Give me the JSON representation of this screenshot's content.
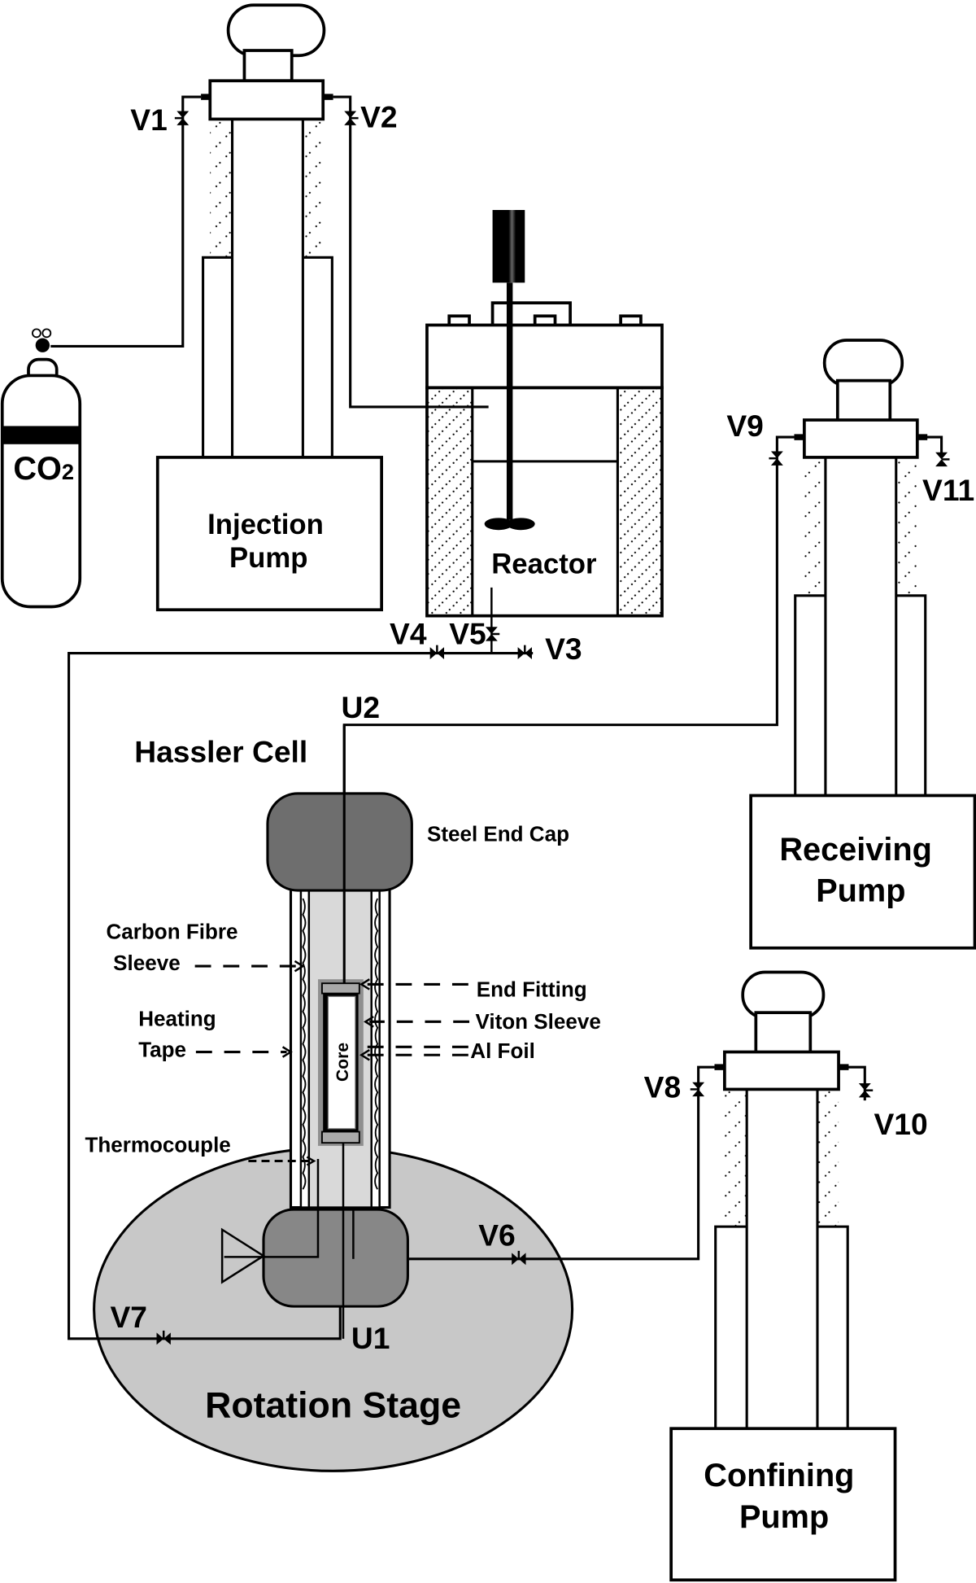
{
  "diagram": {
    "title": "CO2 injection / Hassler cell core-flooding apparatus",
    "components": {
      "co2_cylinder": {
        "label_main": "CO",
        "label_sub": "2"
      },
      "injection_pump": {
        "line1": "Injection",
        "line2": "Pump"
      },
      "reactor": {
        "label": "Reactor"
      },
      "receiving_pump": {
        "line1": "Receiving",
        "line2": "Pump"
      },
      "confining_pump": {
        "line1": "Confining",
        "line2": "Pump"
      },
      "hassler_cell": {
        "label": "Hassler Cell"
      },
      "rotation_stage": {
        "label": "Rotation Stage"
      }
    },
    "annotations": {
      "steel_end_cap": "Steel End Cap",
      "carbon_fibre_line1": "Carbon Fibre",
      "carbon_fibre_line2": "Sleeve",
      "heating_line1": "Heating",
      "heating_line2": "Tape",
      "thermocouple": "Thermocouple",
      "end_fitting": "End Fitting",
      "viton_sleeve": "Viton Sleeve",
      "al_foil": "Al Foil",
      "core": "Core"
    },
    "ports": {
      "u1": "U1",
      "u2": "U2"
    },
    "valves": {
      "v1": "V1",
      "v2": "V2",
      "v3": "V3",
      "v4": "V4",
      "v5": "V5",
      "v6": "V6",
      "v7": "V7",
      "v8": "V8",
      "v9": "V9",
      "v10": "V10",
      "v11": "V11"
    },
    "colors": {
      "end_cap": "#6e6e6e",
      "end_cap_bottom": "#878787",
      "rotation_stage": "#c8c8c8",
      "cell_interior": "#d9d9d9",
      "end_fitting": "#a9a9a9"
    }
  }
}
